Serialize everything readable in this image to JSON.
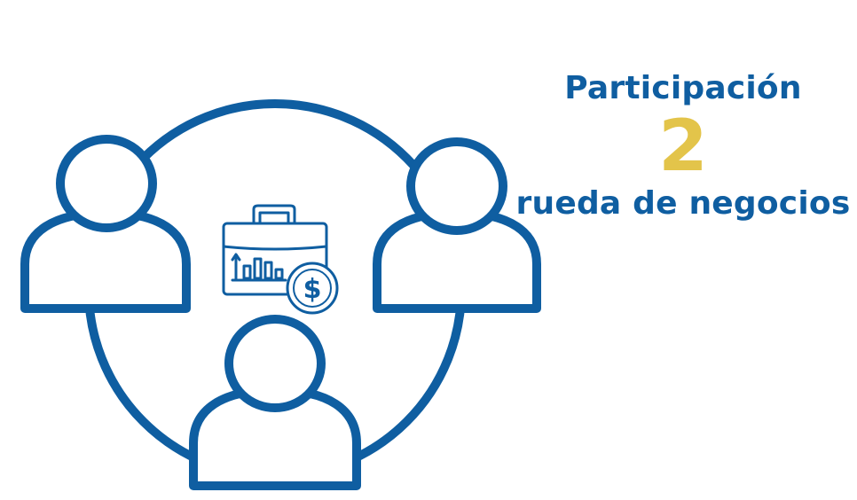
{
  "text": {
    "heading": "Participación",
    "number": "2",
    "subheading": "rueda de negocios"
  },
  "colors": {
    "primary": "#0f5ea1",
    "accent": "#e3c44a",
    "background": "#ffffff"
  },
  "icons": {
    "people": "person-icon",
    "center": "briefcase-chart-icon",
    "money": "dollar-coin-icon"
  }
}
